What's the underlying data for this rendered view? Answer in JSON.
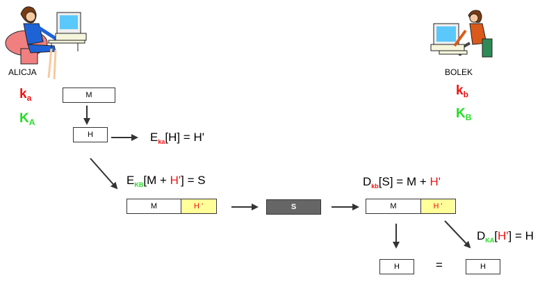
{
  "alice": {
    "name": "ALICJA",
    "private_key": {
      "base": "k",
      "sub": "a"
    },
    "public_key": {
      "base": "K",
      "sub": "A"
    }
  },
  "bob": {
    "name": "BOLEK",
    "private_key": {
      "base": "k",
      "sub": "b"
    },
    "public_key": {
      "base": "K",
      "sub": "B"
    }
  },
  "boxes": {
    "message": "M",
    "hash": "H",
    "combined_message": "M",
    "combined_hash_encrypted": "H '",
    "sealed": "S",
    "received_message": "M",
    "received_hash_encrypted": "H '",
    "computed_hash": "H",
    "decrypted_hash": "H",
    "equals": "="
  },
  "equations": {
    "sign": {
      "E": "E",
      "sub": "ka",
      "rest": "[H] = H'"
    },
    "encrypt": {
      "E": "E",
      "sub": "KB",
      "pre": "[M + ",
      "red": "H'",
      "post": "] = S"
    },
    "decrypt": {
      "D": "D",
      "sub": "kb",
      "rest": "[S] = M + ",
      "red": "H'"
    },
    "verify": {
      "D": "D",
      "sub": "KA",
      "pre": "[",
      "red": "H'",
      "post": "] = H"
    }
  },
  "colors": {
    "red": "#ee1111",
    "green": "#22dd22",
    "hash_fill": "#ffff99",
    "sealed_fill": "#666666"
  }
}
